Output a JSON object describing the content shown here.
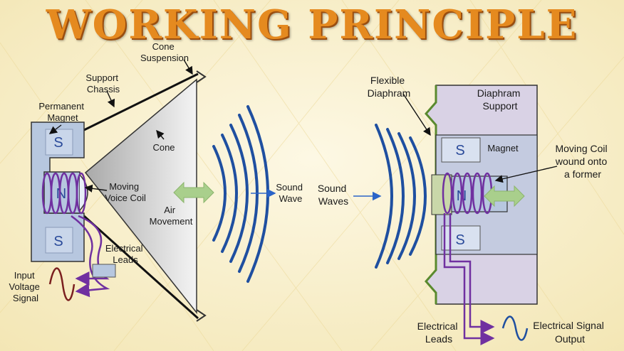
{
  "title": "WORKING PRINCIPLE",
  "colors": {
    "background": "#f9f2d4",
    "title": "#e58a1f",
    "sound_waves": "#1f4fa0",
    "coil": "#7030a0",
    "magnet": "#b7c7df",
    "frame": "#d9d2e5",
    "air_arrow": "#a9cf8c",
    "wave_signal": "#7b1f1f"
  },
  "left": {
    "cone_suspension": [
      "Cone",
      "Suspension"
    ],
    "support_chassis": [
      "Support",
      "Chassis"
    ],
    "permanent_magnet": [
      "Permanent",
      "Magnet"
    ],
    "cone": "Cone",
    "moving_voice_coil": [
      "Moving",
      "Voice Coil"
    ],
    "air_movement": [
      "Air",
      "Movement"
    ],
    "electrical_leads": [
      "Electrical",
      "Leads"
    ],
    "input_voltage_signal": [
      "Input",
      "Voltage",
      "Signal"
    ],
    "pole_top": "S",
    "pole_mid": "N",
    "pole_bottom": "S",
    "sound_wave": [
      "Sound",
      "Wave"
    ]
  },
  "right": {
    "sound_waves": [
      "Sound",
      "Waves"
    ],
    "flexible_diaphram": [
      "Flexible",
      "Diaphram"
    ],
    "diaphram_support": [
      "Diaphram",
      "Support"
    ],
    "magnet": "Magnet",
    "moving_coil": [
      "Moving Coil",
      "wound onto",
      "a former"
    ],
    "pole_top": "S",
    "pole_mid": "N",
    "pole_bottom": "S",
    "electrical_leads": [
      "Electrical",
      "Leads"
    ],
    "electrical_signal_output": [
      "Electrical Signal",
      "Output"
    ]
  }
}
